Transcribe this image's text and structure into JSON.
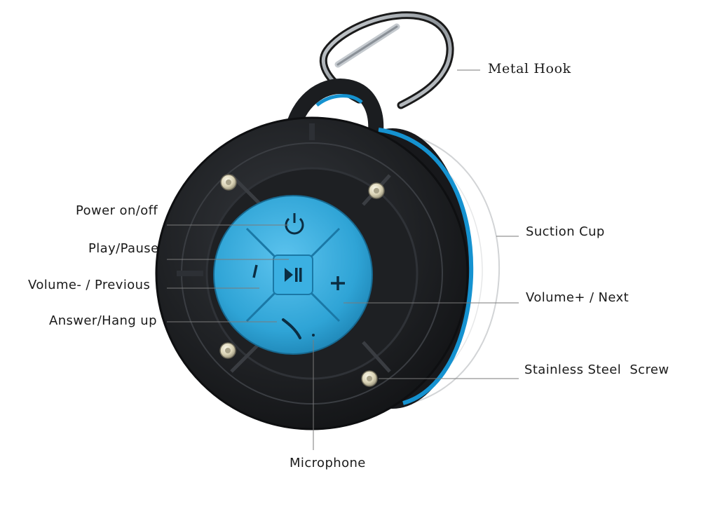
{
  "callouts": {
    "metal_hook": "Metal Hook",
    "power": "Power on/off",
    "play_pause": "Play/Pause",
    "volume_minus": "Volume- / Previous",
    "answer": "Answer/Hang up",
    "suction_cup": "Suction Cup",
    "volume_plus": "Volume+ / Next",
    "screw": "Stainless Steel  Screw",
    "microphone": "Microphone"
  },
  "colors": {
    "body": "#1b1d20",
    "body_edge": "#2d3035",
    "button_blue": "#2fa4d6",
    "button_blue_dark": "#1d83b3",
    "accent_ring": "#1592d0",
    "screw": "#d9d2b4",
    "hook": "#9aa0a6"
  },
  "icons": {
    "power": "power-icon",
    "play_pause": "play-pause-icon",
    "minus": "minus-icon",
    "plus": "plus-icon",
    "phone": "phone-icon"
  }
}
